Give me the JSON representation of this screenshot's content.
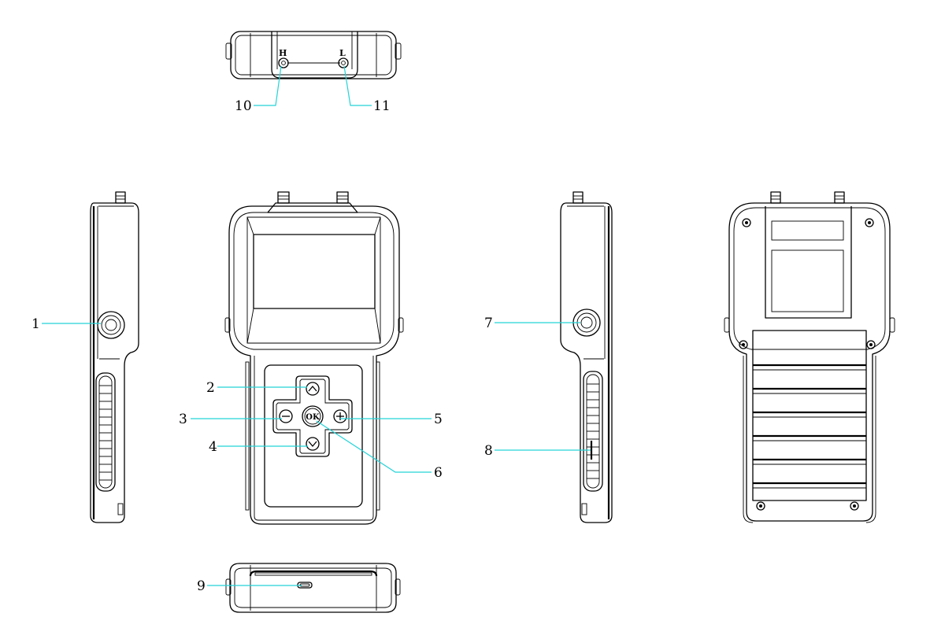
{
  "diagram": {
    "views": [
      "top-view",
      "left-side-view",
      "front-view",
      "right-side-view",
      "back-view",
      "bottom-view"
    ],
    "colors": {
      "line": "#000000",
      "leader": "#24d3d8",
      "background": "#ffffff"
    }
  },
  "front": {
    "ok_label": "OK",
    "up_icon": "chevron-up-icon",
    "down_icon": "chevron-down-icon",
    "minus_icon": "minus-icon",
    "plus_icon": "plus-icon"
  },
  "top": {
    "port_h_letter": "H",
    "port_l_letter": "L"
  },
  "callouts": {
    "c1": "1",
    "c2": "2",
    "c3": "3",
    "c4": "4",
    "c5": "5",
    "c6": "6",
    "c7": "7",
    "c8": "8",
    "c9": "9",
    "c10": "10",
    "c11": "11"
  }
}
